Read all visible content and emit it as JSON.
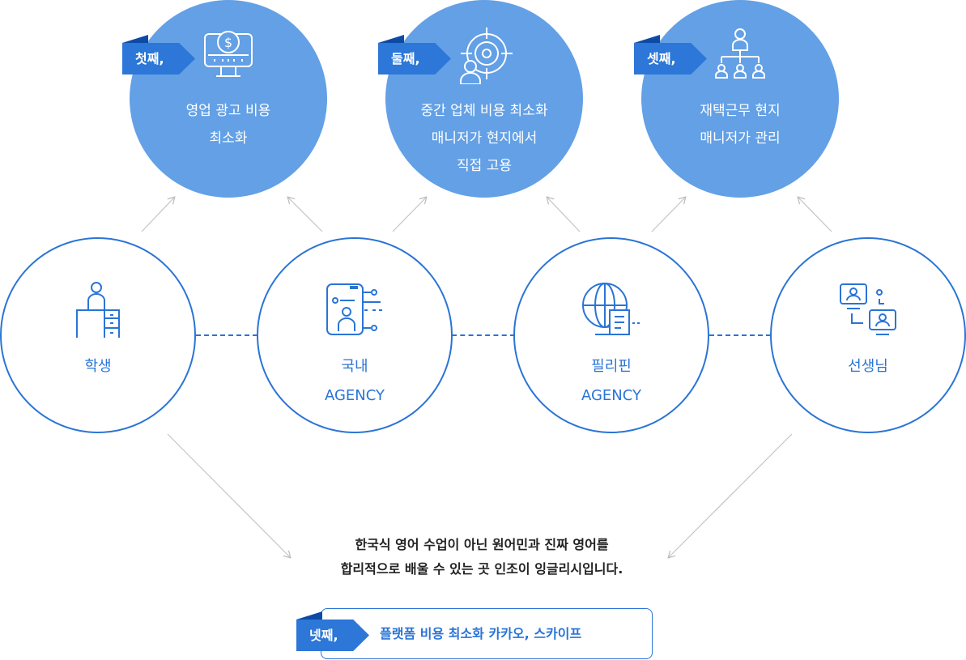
{
  "top": [
    {
      "badge": "첫째,",
      "lines": [
        "영업 광고 비용",
        "최소화"
      ],
      "icon": "money-monitor-icon"
    },
    {
      "badge": "둘째,",
      "lines": [
        "중간 업체 비용 최소화",
        "매니저가 현지에서",
        "직접 고용"
      ],
      "icon": "target-person-icon"
    },
    {
      "badge": "셋째,",
      "lines": [
        "재택근무 현지",
        "매니저가 관리"
      ],
      "icon": "org-chart-icon"
    }
  ],
  "nodes": [
    {
      "lines": [
        "학생"
      ],
      "icon": "student-desk-icon"
    },
    {
      "lines": [
        "국내",
        "AGENCY"
      ],
      "icon": "domestic-agency-icon"
    },
    {
      "lines": [
        "필리핀",
        "AGENCY"
      ],
      "icon": "globe-document-icon"
    },
    {
      "lines": [
        "선생님"
      ],
      "icon": "video-teacher-icon"
    }
  ],
  "message": [
    "한국식 영어 수업이 아닌 원어민과 진짜 영어를",
    "합리적으로 배울 수 있는 곳 인조이 잉글리시입니다."
  ],
  "fourth": {
    "badge": "넷째,",
    "text": "플랫폼 비용 최소화 카카오, 스카이프"
  },
  "colors": {
    "top_circle": "#63a0e6",
    "ribbon": "#2c77d8",
    "outline": "#2a74d6"
  }
}
